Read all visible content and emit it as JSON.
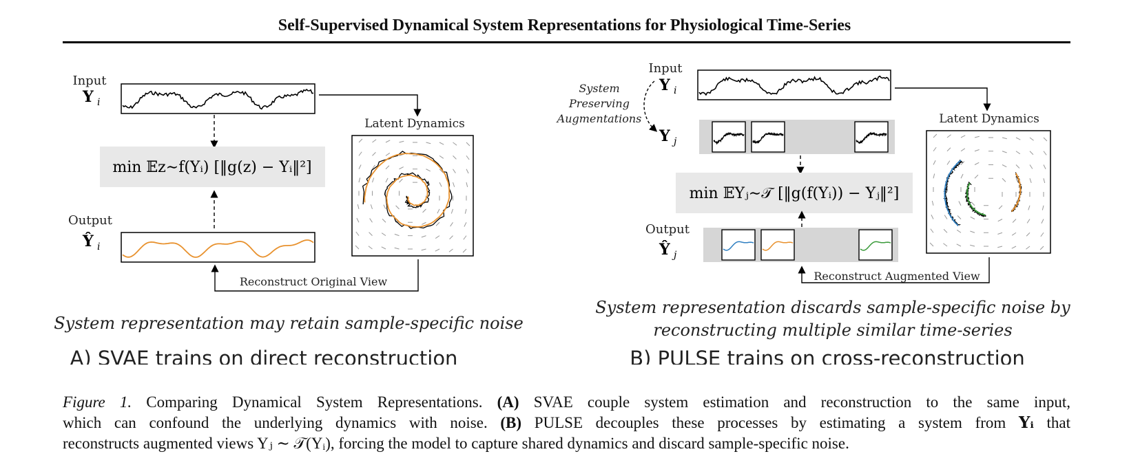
{
  "header": {
    "title": "Self-Supervised Dynamical System Representations for Physiological Time-Series"
  },
  "panel_a": {
    "input_label": "Input",
    "input_symbol": "Y",
    "input_sub": "i",
    "objective": "min 𝔼z∼f(Yᵢ) [‖g(z) − Yᵢ‖²]",
    "output_label": "Output",
    "output_symbol": "Ŷ",
    "output_sub": "i",
    "latent_title": "Latent Dynamics",
    "reconstruct_label": "Reconstruct Original View",
    "note": "System representation may retain sample-specific noise",
    "heading": "A) SVAE trains on direct reconstruction"
  },
  "panel_b": {
    "input_label": "Input",
    "input_symbol": "Y",
    "input_sub": "i",
    "aug_line1": "System",
    "aug_line2": "Preserving",
    "aug_line3": "Augmentations",
    "aug_symbol": "Y",
    "aug_sub": "j",
    "objective": "min 𝔼Yⱼ∼𝒯 [‖g(f(Yᵢ)) − Yⱼ‖²]",
    "output_label": "Output",
    "output_symbol": "Ŷ",
    "output_sub": "j",
    "latent_title": "Latent Dynamics",
    "reconstruct_label": "Reconstruct Augmented View",
    "note_line1": "System representation discards sample-specific noise by",
    "note_line2": "reconstructing multiple similar time-series",
    "heading": "B) PULSE trains on cross-reconstruction"
  },
  "caption": {
    "fig_label": "Figure 1.",
    "l1_text": "Comparing Dynamical System Representations.",
    "a_tag": "(A)",
    "l1_rest": "SVAE couple system estimation and reconstruction to the same input,",
    "l2_text": "which can confound the underlying dynamics with noise.",
    "b_tag": "(B)",
    "l2_rest": "PULSE decouples these processes by estimating a system from",
    "l2_sym": "Yᵢ",
    "l2_end": "that",
    "l3_text": "reconstructs augmented views Yⱼ ∼ 𝒯(Yᵢ), forcing the model to capture shared dynamics and discard sample-specific noise."
  },
  "colors": {
    "orange": "#E8912D",
    "blue": "#2F7FC1",
    "green": "#3A9A3A",
    "gray_box": "#E8E8E8",
    "gray_strip": "#D6D6D6"
  }
}
